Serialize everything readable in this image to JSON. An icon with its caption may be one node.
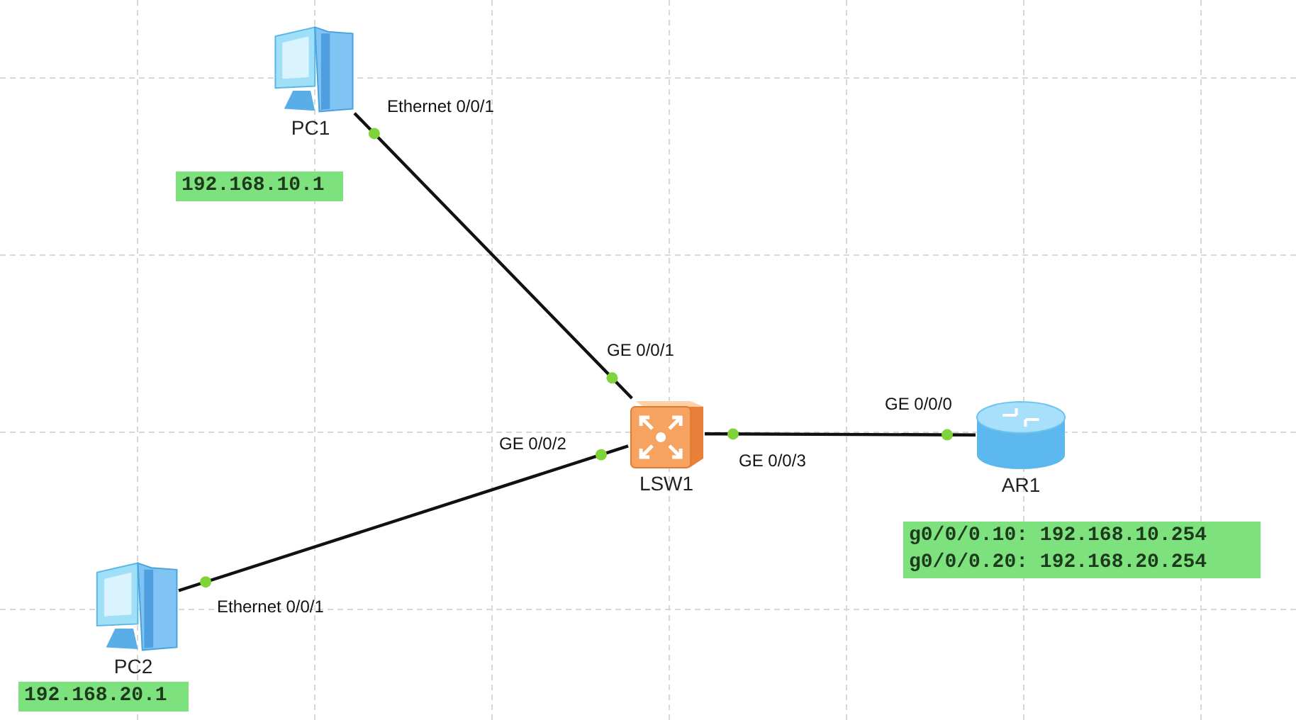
{
  "diagram": {
    "nodes": [
      {
        "text": [
          "PC1"
        ]
      },
      {
        "text": [
          "192.168.10.1"
        ]
      },
      {
        "text": [
          "LSW1"
        ]
      },
      {
        "text": [
          "AR1"
        ]
      },
      {
        "text": [
          "g0/0/0.10: 192.168.10.254",
          "g0/0/0.20: 192.168.20.254"
        ]
      },
      {
        "text": [
          "PC2"
        ]
      },
      {
        "text": [
          "192.168.20.1"
        ]
      }
    ],
    "edges": [
      {
        "from": 0,
        "to": 2,
        "arrow": "none"
      },
      {
        "from": 5,
        "to": 2,
        "arrow": "none"
      },
      {
        "from": 2,
        "to": 3,
        "arrow": "none"
      }
    ],
    "labels": [
      "Ethernet 0/0/1",
      "GE 0/0/1",
      "GE 0/0/0",
      "GE 0/0/2",
      "GE 0/0/3",
      "Ethernet 0/0/1"
    ]
  }
}
